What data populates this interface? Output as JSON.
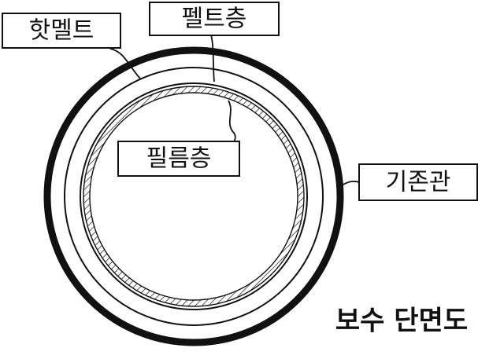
{
  "labels": {
    "hot_melt": "핫멜트",
    "felt_layer": "펠트층",
    "film_layer": "필름층",
    "existing_pipe": "기존관"
  },
  "caption": "보수 단면도",
  "colors": {
    "stroke": "#111111",
    "background": "#ffffff"
  }
}
